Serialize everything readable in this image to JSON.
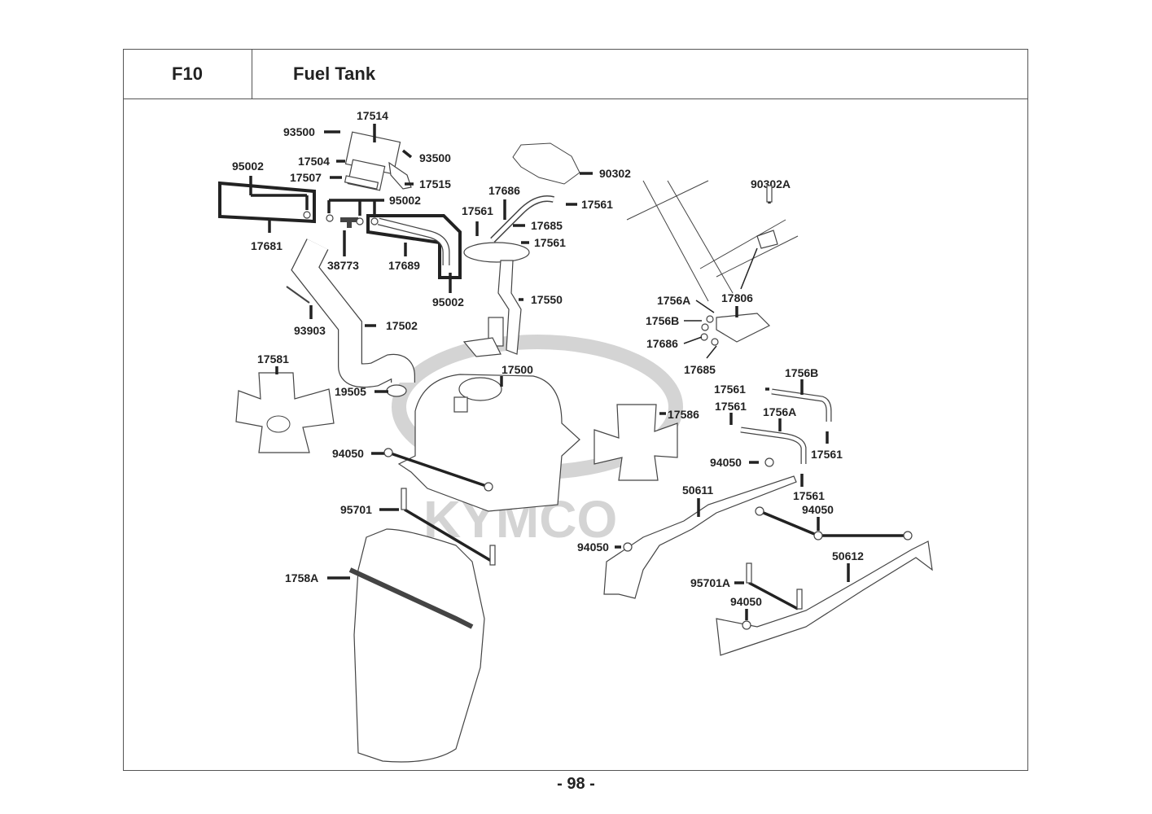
{
  "header": {
    "section_code": "F10",
    "section_title": "Fuel Tank"
  },
  "footer": {
    "page_number": "- 98 -"
  },
  "watermark": {
    "brand": "KYMCO",
    "color": "#d0d0d0"
  },
  "parts": [
    {
      "id": "p-17514",
      "label": "17514"
    },
    {
      "id": "p-93500-a",
      "label": "93500"
    },
    {
      "id": "p-93500-b",
      "label": "93500"
    },
    {
      "id": "p-17504",
      "label": "17504"
    },
    {
      "id": "p-17507",
      "label": "17507"
    },
    {
      "id": "p-17515",
      "label": "17515"
    },
    {
      "id": "p-95002-a",
      "label": "95002"
    },
    {
      "id": "p-95002-b",
      "label": "95002"
    },
    {
      "id": "p-95002-c",
      "label": "95002"
    },
    {
      "id": "p-17681",
      "label": "17681"
    },
    {
      "id": "p-38773",
      "label": "38773"
    },
    {
      "id": "p-17689",
      "label": "17689"
    },
    {
      "id": "p-90302",
      "label": "90302"
    },
    {
      "id": "p-17686-a",
      "label": "17686"
    },
    {
      "id": "p-17561-a",
      "label": "17561"
    },
    {
      "id": "p-17561-b",
      "label": "17561"
    },
    {
      "id": "p-17685-a",
      "label": "17685"
    },
    {
      "id": "p-17561-c",
      "label": "17561"
    },
    {
      "id": "p-17550",
      "label": "17550"
    },
    {
      "id": "p-93903",
      "label": "93903"
    },
    {
      "id": "p-17502",
      "label": "17502"
    },
    {
      "id": "p-17581",
      "label": "17581"
    },
    {
      "id": "p-19505",
      "label": "19505"
    },
    {
      "id": "p-17500",
      "label": "17500"
    },
    {
      "id": "p-17586",
      "label": "17586"
    },
    {
      "id": "p-94050-a",
      "label": "94050"
    },
    {
      "id": "p-95701",
      "label": "95701"
    },
    {
      "id": "p-1758A",
      "label": "1758A"
    },
    {
      "id": "p-90302A",
      "label": "90302A"
    },
    {
      "id": "p-17806",
      "label": "17806"
    },
    {
      "id": "p-1756A-a",
      "label": "1756A"
    },
    {
      "id": "p-1756B-a",
      "label": "1756B"
    },
    {
      "id": "p-17686-b",
      "label": "17686"
    },
    {
      "id": "p-17685-b",
      "label": "17685"
    },
    {
      "id": "p-17561-d",
      "label": "17561"
    },
    {
      "id": "p-1756B-b",
      "label": "1756B"
    },
    {
      "id": "p-17561-e",
      "label": "17561"
    },
    {
      "id": "p-1756A-b",
      "label": "1756A"
    },
    {
      "id": "p-17561-f",
      "label": "17561"
    },
    {
      "id": "p-94050-b",
      "label": "94050"
    },
    {
      "id": "p-17561-g",
      "label": "17561"
    },
    {
      "id": "p-50611",
      "label": "50611"
    },
    {
      "id": "p-94050-c",
      "label": "94050"
    },
    {
      "id": "p-94050-d",
      "label": "94050"
    },
    {
      "id": "p-50612",
      "label": "50612"
    },
    {
      "id": "p-95701A",
      "label": "95701A"
    },
    {
      "id": "p-94050-e",
      "label": "94050"
    }
  ]
}
